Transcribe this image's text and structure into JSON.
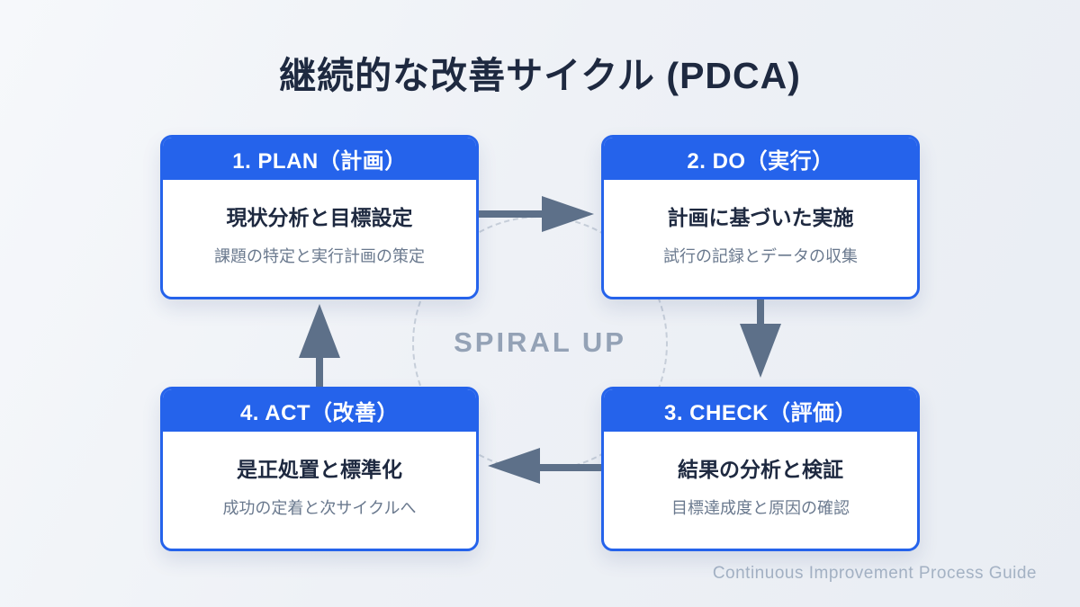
{
  "title": "継続的な改善サイクル (PDCA)",
  "center_label": "SPIRAL UP",
  "footer": "Continuous Improvement Process Guide",
  "colors": {
    "accent_blue": "#2563eb",
    "title_text": "#1e2940",
    "heading_text": "#1e2940",
    "description_text": "#6a798e",
    "arrow": "#5d7089",
    "center_label_text": "#94a2b6",
    "dashed_circle": "#c6ced9",
    "footer_text": "#a4b2c4",
    "box_background": "#ffffff",
    "page_background": "#eef1f6"
  },
  "steps": [
    {
      "id": "plan",
      "header": "1. PLAN（計画）",
      "heading": "現状分析と目標設定",
      "description": "課題の特定と実行計画の策定"
    },
    {
      "id": "do",
      "header": "2. DO（実行）",
      "heading": "計画に基づいた実施",
      "description": "試行の記録とデータの収集"
    },
    {
      "id": "check",
      "header": "3. CHECK（評価）",
      "heading": "結果の分析と検証",
      "description": "目標達成度と原因の確認"
    },
    {
      "id": "act",
      "header": "4. ACT（改善）",
      "heading": "是正処置と標準化",
      "description": "成功の定着と次サイクルへ"
    }
  ]
}
